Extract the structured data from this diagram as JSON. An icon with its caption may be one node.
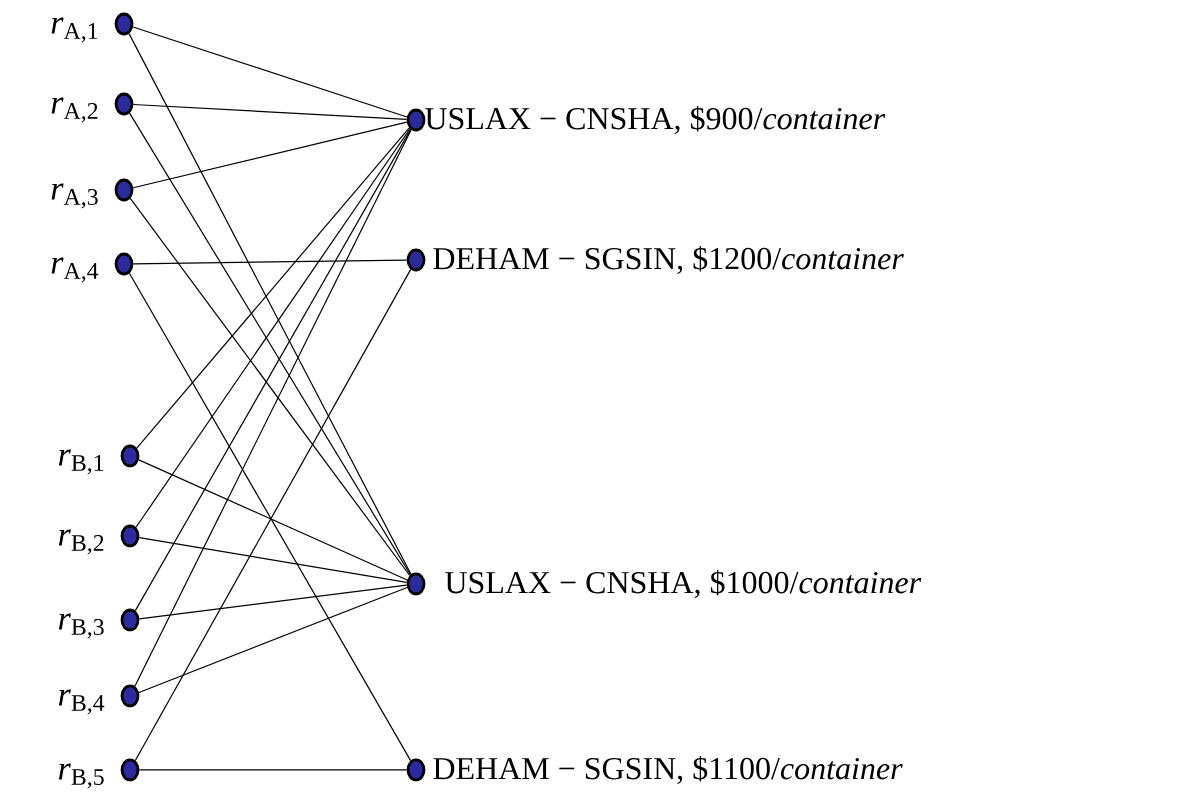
{
  "diagram": {
    "nodes": [
      {
        "text": [
          "*r*$_{A,1}$"
        ]
      },
      {
        "text": [
          "*r*$_{A,2}$"
        ]
      },
      {
        "text": [
          "*r*$_{A,3}$"
        ]
      },
      {
        "text": [
          "*r*$_{A,4}$"
        ]
      },
      {
        "text": [
          "*r*$_{B,1}$"
        ]
      },
      {
        "text": [
          "*r*$_{B,2}$"
        ]
      },
      {
        "text": [
          "*r*$_{B,3}$"
        ]
      },
      {
        "text": [
          "*r*$_{B,4}$"
        ]
      },
      {
        "text": [
          "*r*$_{B,5}$"
        ]
      },
      {
        "text": [
          "USLAX − CNSHA, $900/*container*"
        ]
      },
      {
        "text": [
          "DEHAM − SGSIN, $1200/*container*"
        ]
      },
      {
        "text": [
          "USLAX − CNSHA, $1000/*container*"
        ]
      },
      {
        "text": [
          "DEHAM − SGSIN, $1100/*container*"
        ]
      }
    ],
    "edges": [
      {
        "from": 0,
        "to": 9,
        "arrow": "none"
      },
      {
        "from": 1,
        "to": 9,
        "arrow": "none"
      },
      {
        "from": 2,
        "to": 9,
        "arrow": "none"
      },
      {
        "from": 4,
        "to": 9,
        "arrow": "none"
      },
      {
        "from": 5,
        "to": 9,
        "arrow": "none"
      },
      {
        "from": 6,
        "to": 9,
        "arrow": "none"
      },
      {
        "from": 7,
        "to": 9,
        "arrow": "none"
      },
      {
        "from": 3,
        "to": 10,
        "arrow": "none"
      },
      {
        "from": 8,
        "to": 10,
        "arrow": "none"
      },
      {
        "from": 0,
        "to": 11,
        "arrow": "none"
      },
      {
        "from": 1,
        "to": 11,
        "arrow": "none"
      },
      {
        "from": 2,
        "to": 11,
        "arrow": "none"
      },
      {
        "from": 4,
        "to": 11,
        "arrow": "none"
      },
      {
        "from": 5,
        "to": 11,
        "arrow": "none"
      },
      {
        "from": 6,
        "to": 11,
        "arrow": "none"
      },
      {
        "from": 7,
        "to": 11,
        "arrow": "none"
      },
      {
        "from": 3,
        "to": 12,
        "arrow": "none"
      },
      {
        "from": 8,
        "to": 12,
        "arrow": "none"
      }
    ]
  }
}
